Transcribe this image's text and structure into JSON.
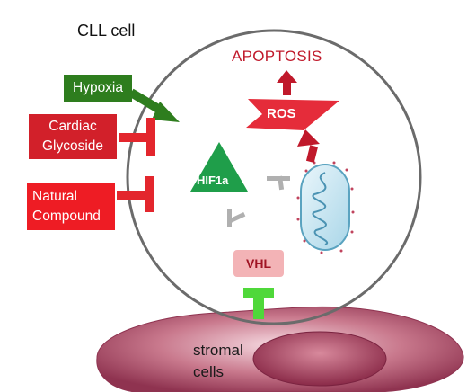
{
  "title": "CLL cell",
  "inhibitors": {
    "hypoxia": "Hypoxia",
    "cardiac": [
      "Cardiac",
      "Glycoside"
    ],
    "natural": [
      "Natural",
      "Compound"
    ]
  },
  "outcome": "APOPTOSIS",
  "ros": "ROS",
  "hif": "HIF1a",
  "vhl": "VHL",
  "stromal": [
    "stromal",
    "cells"
  ],
  "colors": {
    "hypoxia": "#2e7d1e",
    "cardiac": "#d2202a",
    "natural": "#ee1c24",
    "apoptosis": "#c0192b",
    "hif": "#1f9e4a",
    "vhl_box": "#f3b3b6",
    "stromal": "#a94a64",
    "stromal_block": "#4fd83a"
  }
}
